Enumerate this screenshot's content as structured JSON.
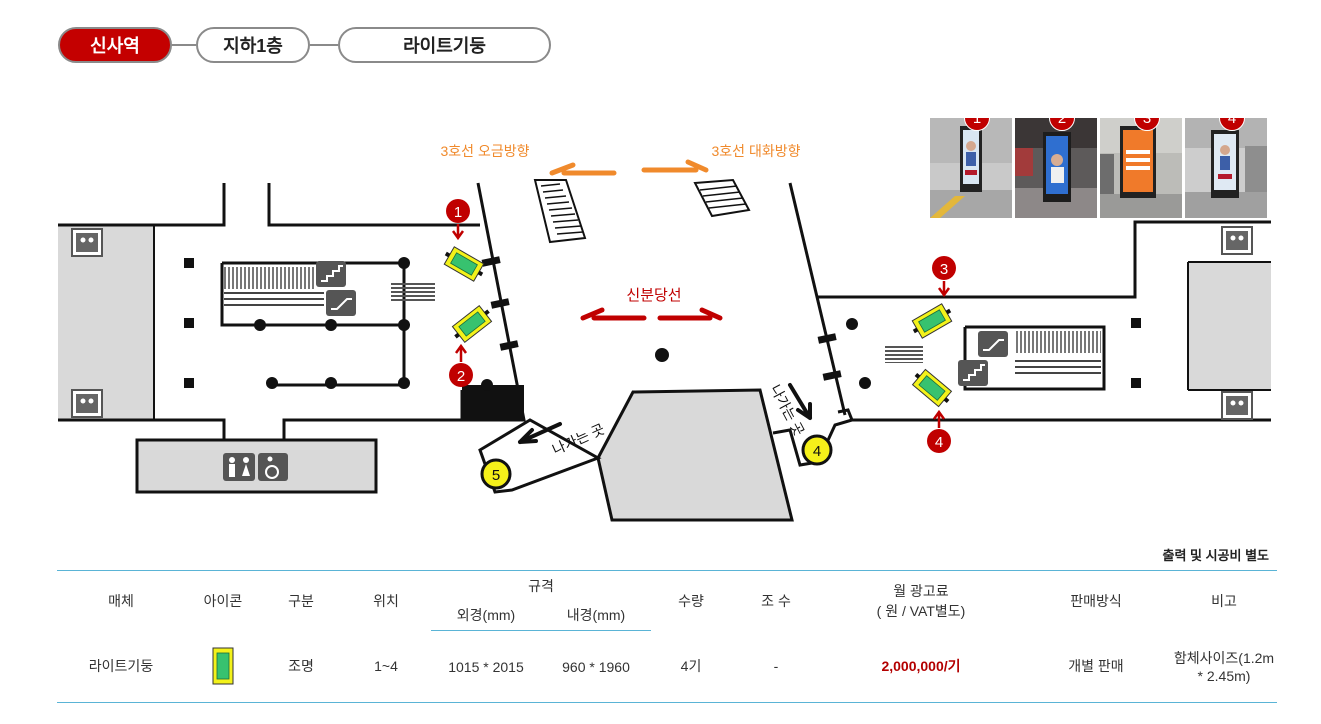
{
  "breadcrumb": {
    "station": "신사역",
    "floor": "지하1층",
    "media": "라이트기둥"
  },
  "map": {
    "direction_left": "3호선 오금방향",
    "direction_right": "3호선 대화방향",
    "line_label": "신분당선",
    "exit_label_left": "나가는 곳",
    "exit_label_right": "나가는 곳",
    "exit_numbers": [
      "5",
      "4"
    ],
    "marker_numbers": [
      "1",
      "2",
      "3",
      "4"
    ],
    "colors": {
      "marker": "#c00000",
      "direction_arrow_orange": "#f08a2c",
      "direction_arrow_red": "#c00000",
      "exit_badge": "#f5f01a",
      "lightbox": "#37c26f"
    }
  },
  "photos": [
    {
      "num": "1"
    },
    {
      "num": "2"
    },
    {
      "num": "3"
    },
    {
      "num": "4"
    }
  ],
  "table": {
    "note": "출력 및 시공비 별도",
    "headers": {
      "media": "매체",
      "icon": "아이콘",
      "type": "구분",
      "location": "위치",
      "spec": "규격",
      "outer": "외경(mm)",
      "inner": "내경(mm)",
      "qty": "수량",
      "sides": "조 수",
      "fee_line1": "월 광고료",
      "fee_line2": "( 원 / VAT별도)",
      "sale": "판매방식",
      "remark": "비고"
    },
    "row": {
      "media": "라이트기둥",
      "type": "조명",
      "location": "1~4",
      "outer": "1015 * 2015",
      "inner": "960 * 1960",
      "qty": "4기",
      "sides": "-",
      "fee": "2,000,000/기",
      "sale": "개별 판매",
      "remark": "함체사이즈(1.2m * 2.45m)"
    }
  }
}
